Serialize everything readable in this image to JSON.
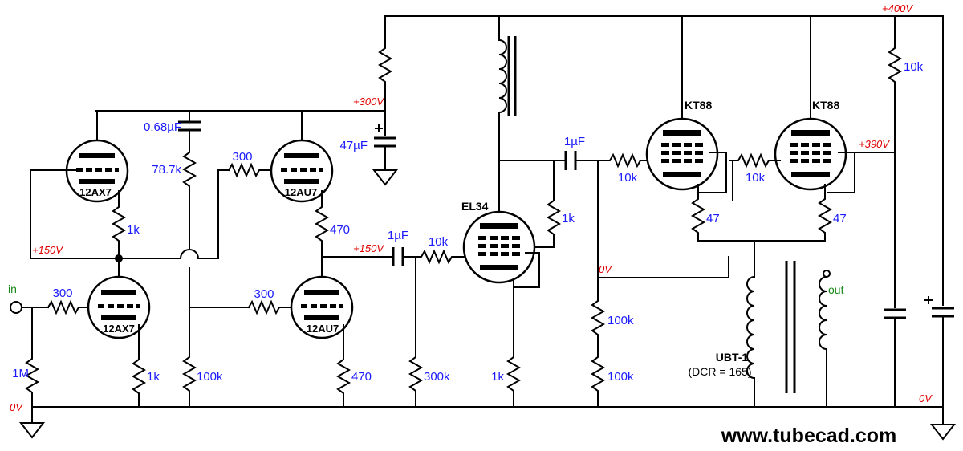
{
  "tubes": {
    "v1": "12AX7",
    "v2": "12AX7",
    "v3": "12AU7",
    "v4": "12AU7",
    "v5": "EL34",
    "v6": "KT88",
    "v7": "KT88"
  },
  "components": {
    "r_in_1M": "1M",
    "r_in_300": "300",
    "r_v2_cathode": "1k",
    "r_v1_cathode": "1k",
    "r_v4_grid": "300",
    "r_v3_grid": "300",
    "r_787": "78.7k",
    "r_100k_a": "100k",
    "r_470_a": "470",
    "r_470_b": "470",
    "c_068": "0.68µF",
    "c_47": "47µF",
    "c_1_a": "1µF",
    "r_10k_el34": "10k",
    "r_300k": "300k",
    "r_1k_el34_cathode": "1k",
    "r_1k_el34_g2": "1k",
    "c_1_b": "1µF",
    "r_10k_kt88a": "10k",
    "r_10k_kt88b": "10k",
    "r_47_a": "47",
    "r_47_b": "47",
    "r_100k_b": "100k",
    "r_100k_c": "100k",
    "r_10k_right": "10k"
  },
  "voltages": {
    "v400": "+400V",
    "v300": "+300V",
    "v150_left": "+150V",
    "v150_mid": "+150V",
    "v390": "+390V",
    "zero_left": "0V",
    "zero_mid": "0V",
    "zero_right": "0V"
  },
  "io": {
    "input": "in",
    "output": "out"
  },
  "transformer": {
    "name": "UBT-1",
    "dcr": "(DCR = 165)"
  },
  "site": "www.tubecad.com",
  "colors": {
    "values": "#1a1aff",
    "voltages": "#e00000",
    "io": "#1a8a1a"
  }
}
